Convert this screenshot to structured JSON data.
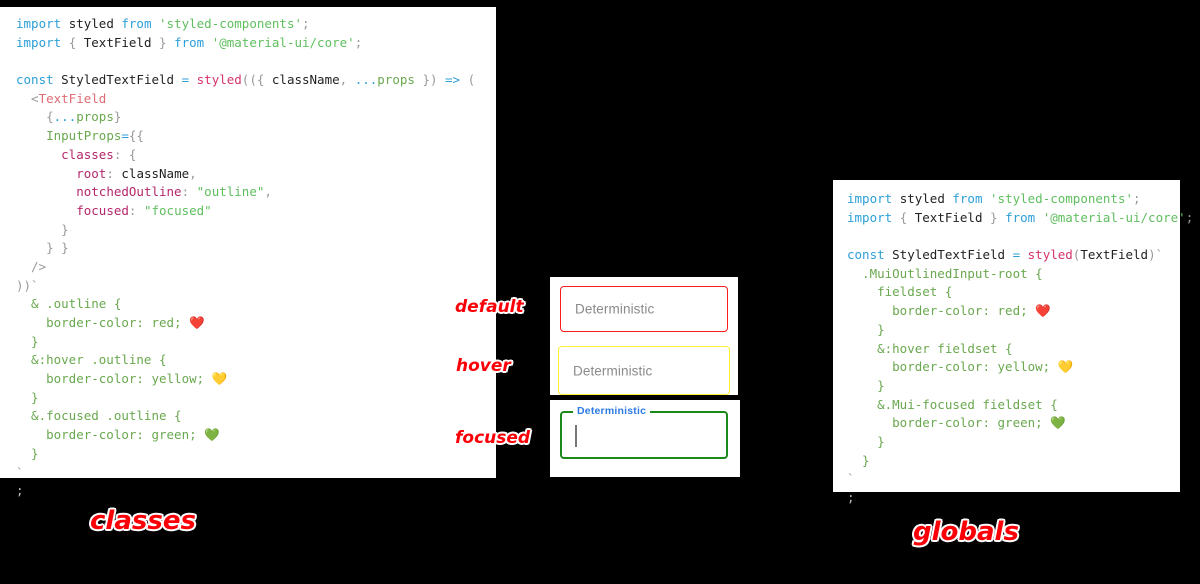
{
  "panels": {
    "classes": {
      "title": "classes",
      "code_lines": [
        [
          [
            "import ",
            "t-kw"
          ],
          [
            "styled ",
            "t-name"
          ],
          [
            "from ",
            "t-kw"
          ],
          [
            "'styled-components'",
            "t-str"
          ],
          [
            ";",
            "t-punc"
          ]
        ],
        [
          [
            "import ",
            "t-kw"
          ],
          [
            "{ ",
            "t-punc"
          ],
          [
            "TextField",
            "t-name"
          ],
          [
            " } ",
            "t-punc"
          ],
          [
            "from ",
            "t-kw"
          ],
          [
            "'@material-ui/core'",
            "t-str"
          ],
          [
            ";",
            "t-punc"
          ]
        ],
        [],
        [
          [
            "const ",
            "t-kw"
          ],
          [
            "StyledTextField ",
            "t-name"
          ],
          [
            "= ",
            "t-op"
          ],
          [
            "styled",
            "t-fn"
          ],
          [
            "(({ ",
            "t-punc"
          ],
          [
            "className",
            "t-name"
          ],
          [
            ", ",
            "t-punc"
          ],
          [
            "...",
            "t-spread"
          ],
          [
            "props",
            "t-attr"
          ],
          [
            " }) ",
            "t-punc"
          ],
          [
            "=> ",
            "t-op"
          ],
          [
            "(",
            "t-punc"
          ]
        ],
        [
          [
            "  <",
            "t-punc"
          ],
          [
            "TextField",
            "t-tag"
          ]
        ],
        [
          [
            "    {",
            "t-punc"
          ],
          [
            "...",
            "t-spread"
          ],
          [
            "props",
            "t-attr"
          ],
          [
            "}",
            "t-punc"
          ]
        ],
        [
          [
            "    ",
            "t-punc"
          ],
          [
            "InputProps",
            "t-attr"
          ],
          [
            "=",
            "t-op"
          ],
          [
            "{{",
            "t-punc"
          ]
        ],
        [
          [
            "      ",
            "t-punc"
          ],
          [
            "classes",
            "t-prop"
          ],
          [
            ": {",
            "t-punc"
          ]
        ],
        [
          [
            "        ",
            "t-punc"
          ],
          [
            "root",
            "t-prop"
          ],
          [
            ": ",
            "t-punc"
          ],
          [
            "className",
            "t-name"
          ],
          [
            ",",
            "t-punc"
          ]
        ],
        [
          [
            "        ",
            "t-punc"
          ],
          [
            "notchedOutline",
            "t-prop"
          ],
          [
            ": ",
            "t-punc"
          ],
          [
            "\"outline\"",
            "t-str"
          ],
          [
            ",",
            "t-punc"
          ]
        ],
        [
          [
            "        ",
            "t-punc"
          ],
          [
            "focused",
            "t-prop"
          ],
          [
            ": ",
            "t-punc"
          ],
          [
            "\"focused\"",
            "t-str"
          ]
        ],
        [
          [
            "      }",
            "t-punc"
          ]
        ],
        [
          [
            "    } }",
            "t-punc"
          ]
        ],
        [
          [
            "  />",
            "t-punc"
          ]
        ],
        [
          [
            "))`",
            "t-punc"
          ]
        ],
        [
          [
            "  & .outline {",
            "t-sel"
          ]
        ],
        [
          [
            "    border-color: red; ",
            "t-css"
          ],
          [
            "❤️",
            "emoji"
          ]
        ],
        [
          [
            "  }",
            "t-sel"
          ]
        ],
        [
          [
            "  &:hover .outline {",
            "t-sel"
          ]
        ],
        [
          [
            "    border-color: yellow; ",
            "t-css"
          ],
          [
            "💛",
            "emoji"
          ]
        ],
        [
          [
            "  }",
            "t-sel"
          ]
        ],
        [
          [
            "  &.focused .outline {",
            "t-sel"
          ]
        ],
        [
          [
            "    border-color: green; ",
            "t-css"
          ],
          [
            "💚",
            "emoji"
          ]
        ],
        [
          [
            "  }",
            "t-sel"
          ]
        ],
        [
          [
            "`",
            "t-punc"
          ]
        ],
        [
          [
            ";",
            "t-dim"
          ]
        ]
      ]
    },
    "globals": {
      "title": "globals",
      "code_lines": [
        [
          [
            "import ",
            "t-kw"
          ],
          [
            "styled ",
            "t-name"
          ],
          [
            "from ",
            "t-kw"
          ],
          [
            "'styled-components'",
            "t-str"
          ],
          [
            ";",
            "t-punc"
          ]
        ],
        [
          [
            "import ",
            "t-kw"
          ],
          [
            "{ ",
            "t-punc"
          ],
          [
            "TextField",
            "t-name"
          ],
          [
            " } ",
            "t-punc"
          ],
          [
            "from ",
            "t-kw"
          ],
          [
            "'@material-ui/core'",
            "t-str"
          ],
          [
            ";",
            "t-punc"
          ]
        ],
        [],
        [
          [
            "const ",
            "t-kw"
          ],
          [
            "StyledTextField ",
            "t-name"
          ],
          [
            "= ",
            "t-op"
          ],
          [
            "styled",
            "t-fn"
          ],
          [
            "(",
            "t-punc"
          ],
          [
            "TextField",
            "t-name"
          ],
          [
            ")`",
            "t-punc"
          ]
        ],
        [
          [
            "  .MuiOutlinedInput-root {",
            "t-sel"
          ]
        ],
        [
          [
            "    fieldset {",
            "t-sel"
          ]
        ],
        [
          [
            "      border-color: red; ",
            "t-css"
          ],
          [
            "❤️",
            "emoji"
          ]
        ],
        [
          [
            "    }",
            "t-sel"
          ]
        ],
        [
          [
            "    &:hover fieldset {",
            "t-sel"
          ]
        ],
        [
          [
            "      border-color: yellow; ",
            "t-css"
          ],
          [
            "💛",
            "emoji"
          ]
        ],
        [
          [
            "    }",
            "t-sel"
          ]
        ],
        [
          [
            "    &.Mui-focused fieldset {",
            "t-sel"
          ]
        ],
        [
          [
            "      border-color: green; ",
            "t-css"
          ],
          [
            "💚",
            "emoji"
          ]
        ],
        [
          [
            "    }",
            "t-sel"
          ]
        ],
        [
          [
            "  }",
            "t-sel"
          ]
        ],
        [
          [
            "`",
            "t-punc"
          ]
        ],
        [
          [
            ";",
            "t-dim"
          ]
        ]
      ]
    }
  },
  "demo": {
    "fields": [
      {
        "state": "default",
        "placeholder": "Deterministic",
        "border_color": "#ff1c1c"
      },
      {
        "state": "hover",
        "placeholder": "Deterministic",
        "border_color": "#ffef36"
      },
      {
        "state": "focused",
        "label": "Deterministic",
        "border_color": "#1b8a1b",
        "value": ""
      }
    ]
  },
  "annotations": {
    "default": "default",
    "hover": "hover",
    "focused": "focused"
  },
  "colors": {
    "background": "#000000",
    "panel": "#ffffff",
    "annotation_red": "#fb0007",
    "label_blue": "#2c7be5",
    "placeholder_gray": "#8a8a8a"
  }
}
